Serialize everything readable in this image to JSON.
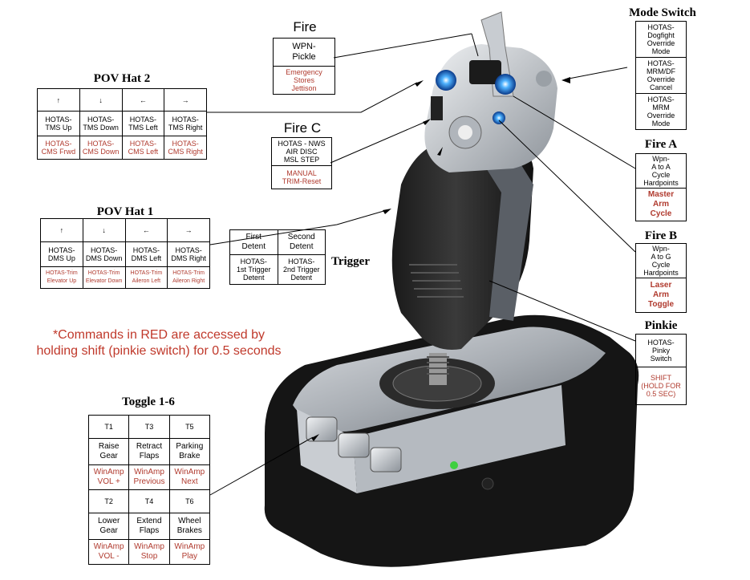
{
  "fire": {
    "title": "Fire",
    "main": "WPN-\nPickle",
    "shift": "Emergency\nStores\nJettison"
  },
  "fire_c": {
    "title": "Fire C",
    "main": "HOTAS - NWS\nAIR DISC\nMSL STEP",
    "shift": "MANUAL\nTRIM-Reset"
  },
  "pov2": {
    "title": "POV Hat 2",
    "arrows": [
      "↑",
      "↓",
      "←",
      "→"
    ],
    "main": [
      "HOTAS-\nTMS Up",
      "HOTAS-\nTMS Down",
      "HOTAS-\nTMS Left",
      "HOTAS-\nTMS Right"
    ],
    "shift": [
      "HOTAS-\nCMS Frwd",
      "HOTAS-\nCMS Down",
      "HOTAS-\nCMS Left",
      "HOTAS-\nCMS Right"
    ]
  },
  "pov1": {
    "title": "POV Hat 1",
    "arrows": [
      "↑",
      "↓",
      "←",
      "→"
    ],
    "main": [
      "HOTAS-\nDMS Up",
      "HOTAS-\nDMS Down",
      "HOTAS-\nDMS Left",
      "HOTAS-\nDMS Right"
    ],
    "shift": [
      "HOTAS-Trim\nElevator Up",
      "HOTAS-Trim\nElevator Down",
      "HOTAS-Trim\nAileron Left",
      "HOTAS-Trim\nAileron Right"
    ]
  },
  "trigger": {
    "title": "Trigger",
    "headers": [
      "First\nDetent",
      "Second\nDetent"
    ],
    "main": [
      "HOTAS-\n1st Trigger\nDetent",
      "HOTAS-\n2nd Trigger\nDetent"
    ]
  },
  "mode_switch": {
    "title": "Mode Switch",
    "cells": [
      "HOTAS-\nDogfight\nOverride\nMode",
      "HOTAS-\nMRM/DF\nOverride\nCancel",
      "HOTAS-\nMRM\nOverride\nMode"
    ]
  },
  "fire_a": {
    "title": "Fire A",
    "main": "Wpn-\nA to A\nCycle\nHardpoints",
    "shift": "Master\nArm\nCycle"
  },
  "fire_b": {
    "title": "Fire B",
    "main": "Wpn-\nA to G\nCycle\nHardpoints",
    "shift": "Laser\nArm\nToggle"
  },
  "pinkie": {
    "title": "Pinkie",
    "main": "HOTAS-\nPinky\nSwitch",
    "shift": "SHIFT\n(HOLD FOR\n0.5 SEC)"
  },
  "note": "*Commands in RED are accessed by\nholding shift (pinkie switch) for 0.5 seconds",
  "toggle": {
    "title": "Toggle 1-6",
    "top": {
      "labels": [
        "T1",
        "T3",
        "T5"
      ],
      "main": [
        "Raise\nGear",
        "Retract\nFlaps",
        "Parking\nBrake"
      ],
      "shift": [
        "WinAmp\nVOL +",
        "WinAmp\nPrevious",
        "WinAmp\nNext"
      ]
    },
    "bottom": {
      "labels": [
        "T2",
        "T4",
        "T6"
      ],
      "main": [
        "Lower\nGear",
        "Extend\nFlaps",
        "Wheel\nBrakes"
      ],
      "shift": [
        "WinAmp\nVOL -",
        "WinAmp\nStop",
        "WinAmp\nPlay"
      ]
    }
  },
  "colors": {
    "shift_text": "#b03a2e",
    "note_text": "#c0392b"
  }
}
